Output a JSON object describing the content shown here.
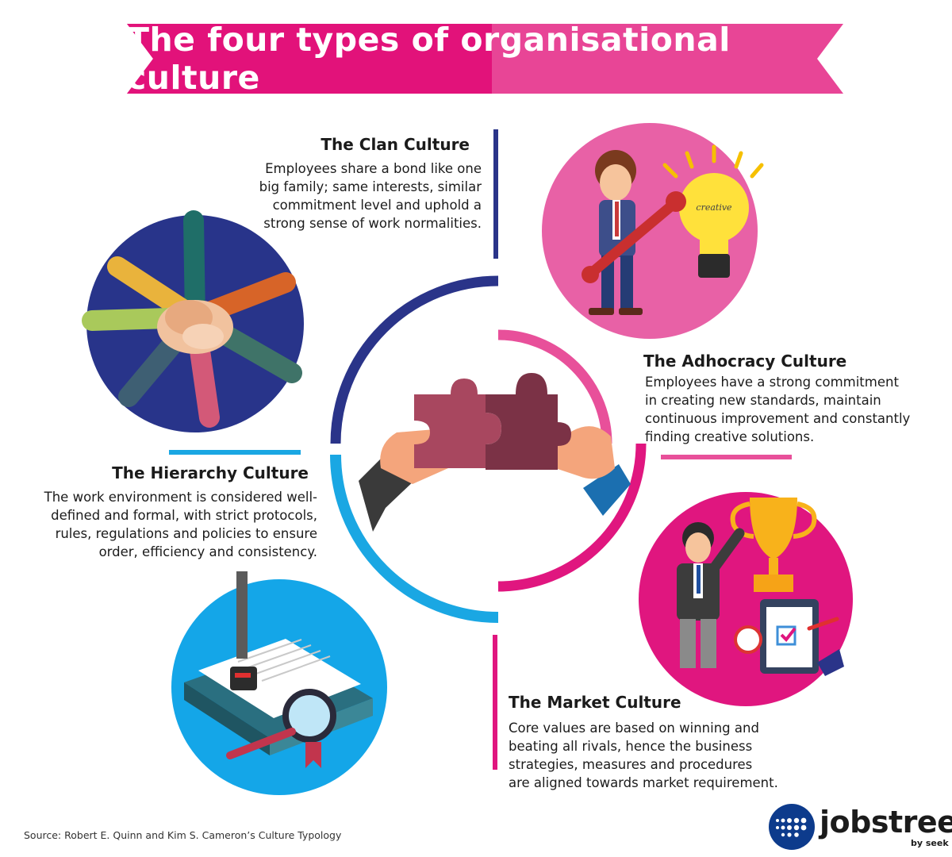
{
  "title": "The four types of organisational culture",
  "colors": {
    "banner_left": "#e2127a",
    "banner_right": "#e84596",
    "navy": "#2a3489",
    "pink": "#e8509a",
    "magenta": "#e0167f",
    "cyan": "#1aa7e3"
  },
  "sections": {
    "clan": {
      "title": "The Clan Culture",
      "body": [
        "Employees share a bond like one",
        "big family; same interests, similar",
        "commitment level and uphold a",
        "strong sense of work normalities."
      ]
    },
    "adhocracy": {
      "title": "The Adhocracy Culture",
      "body": [
        "Employees have a strong commitment",
        "in creating new standards, maintain",
        "continuous improvement and constantly",
        "finding creative solutions."
      ],
      "bulb_label": "creative"
    },
    "hierarchy": {
      "title": "The Hierarchy Culture",
      "body": [
        "The work environment is considered well-",
        "defined and formal, with strict protocols,",
        "rules, regulations and policies to ensure",
        "order, efficiency and consistency."
      ]
    },
    "market": {
      "title": "The Market Culture",
      "body": [
        "Core values are based on winning and",
        "beating all rivals, hence the business",
        "strategies, measures and procedures",
        "are aligned towards market requirement."
      ]
    }
  },
  "source": "Source: Robert E. Quinn and Kim S. Cameron’s Culture Typology",
  "logo": {
    "name": "jobstreet",
    "tagline": "by seek"
  }
}
